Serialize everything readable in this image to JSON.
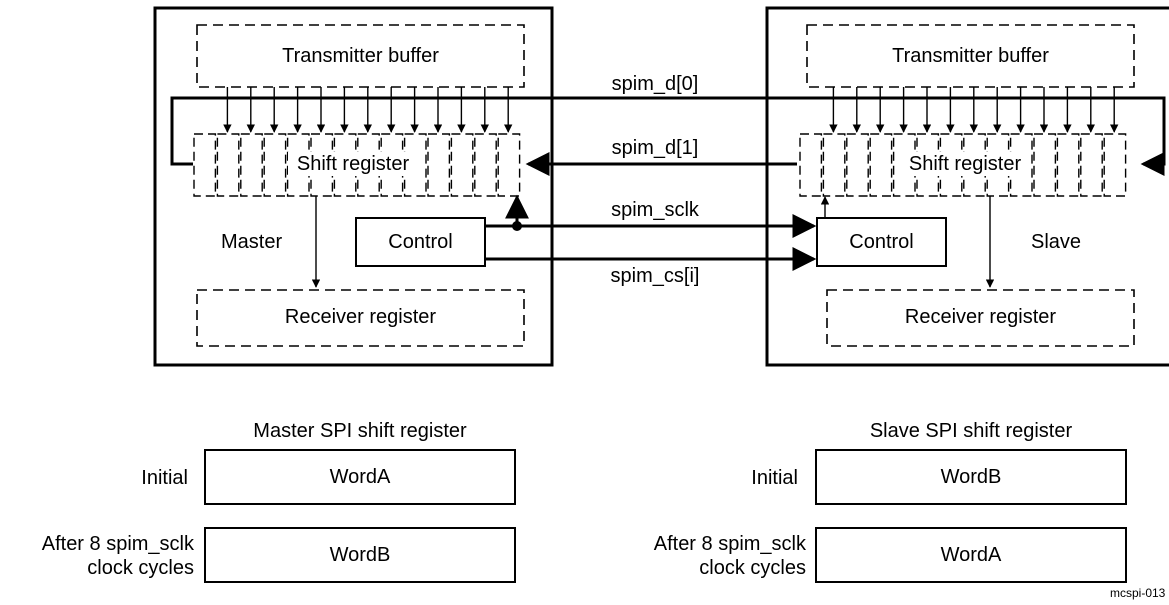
{
  "master": {
    "transmitter_label": "Transmitter buffer",
    "shift_label": "Shift register",
    "receiver_label": "Receiver register",
    "control_label": "Control",
    "role_label": "Master"
  },
  "slave": {
    "transmitter_label": "Transmitter buffer",
    "shift_label": "Shift register",
    "receiver_label": "Receiver register",
    "control_label": "Control",
    "role_label": "Slave"
  },
  "signals": {
    "d0": "spim_d[0]",
    "d1": "spim_d[1]",
    "sclk": "spim_sclk",
    "cs": "spim_cs[i]"
  },
  "table": {
    "master_title": "Master SPI shift register",
    "slave_title": "Slave SPI shift register",
    "row_initial": "Initial",
    "row_after_line1": "After 8 spim_sclk",
    "row_after_line2": "clock cycles",
    "master_initial": "WordA",
    "master_after": "WordB",
    "slave_initial": "WordB",
    "slave_after": "WordA"
  },
  "figure_id": "mcspi-013"
}
